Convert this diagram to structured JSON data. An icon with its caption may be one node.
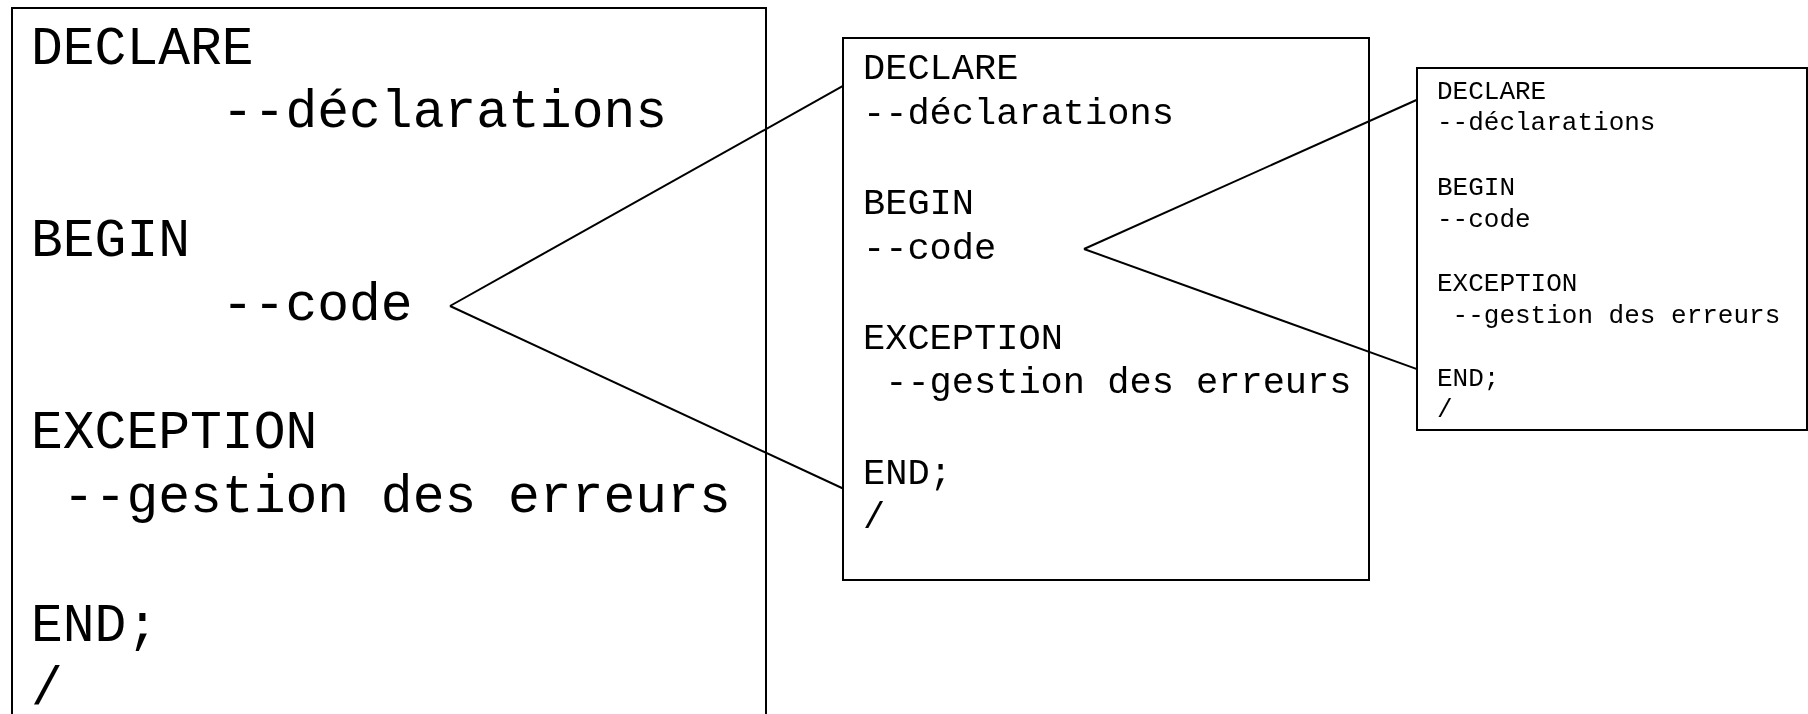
{
  "diagram": {
    "nodes": [
      {
        "text": [
          "DECLARE",
          "--déclarations",
          "BEGIN",
          "EXCEPTION",
          "--gestion des erreurs",
          "END;",
          "/"
        ]
      },
      {
        "text": [
          "--code"
        ],
        "in": 0
      },
      {
        "text": [
          "DECLARE",
          "--déclarations",
          "BEGIN",
          "EXCEPTION",
          "--gestion des erreurs",
          "END;",
          "/"
        ]
      },
      {
        "text": [
          "--code"
        ],
        "in": 2
      },
      {
        "text": [
          "DECLARE",
          "--déclarations",
          "BEGIN",
          "EXCEPTION",
          "--gestion des erreurs",
          "END;",
          "/"
        ]
      },
      {
        "text": [
          "--code"
        ],
        "in": 4
      }
    ],
    "edges": [
      {
        "from": 1,
        "to": 2,
        "arrow": "none"
      },
      {
        "from": 1,
        "to": 2,
        "arrow": "none"
      },
      {
        "from": 3,
        "to": 4,
        "arrow": "none"
      },
      {
        "from": 3,
        "to": 4,
        "arrow": "none"
      }
    ]
  }
}
